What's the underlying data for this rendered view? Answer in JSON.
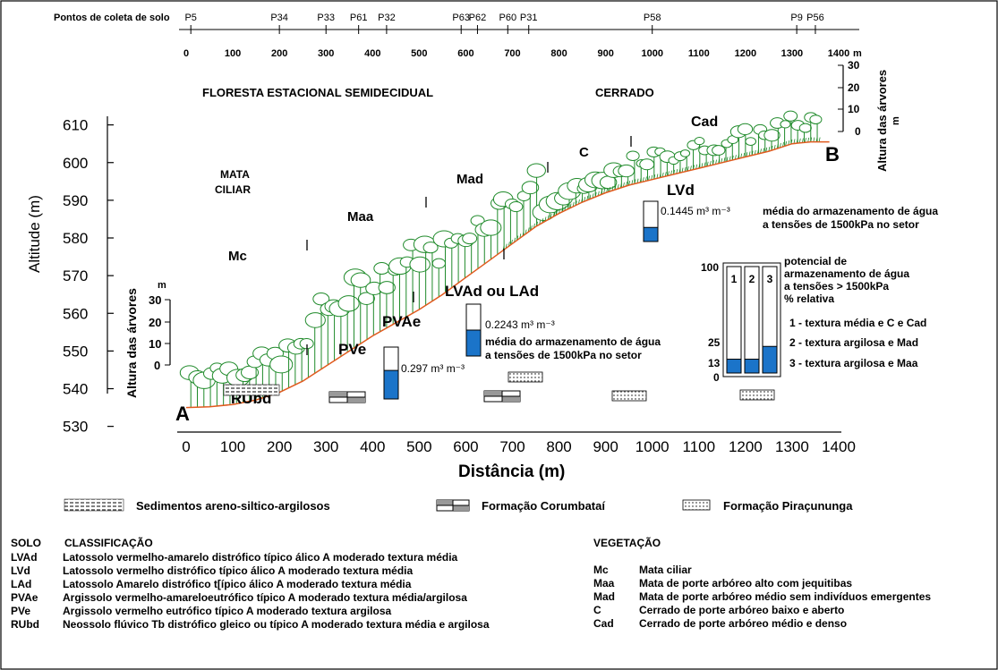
{
  "colors": {
    "axis_title": "#2b2a8a",
    "vegetation": "#1f8a2a",
    "ground_line": "#e05a1e",
    "water_fill": "#1b74c9"
  },
  "top_axis": {
    "label": "Pontos de coleta de solo",
    "points": [
      "P5",
      "P34",
      "P33",
      "P61",
      "P32",
      "P63",
      "P62",
      "P60",
      "P31",
      "P58",
      "P9",
      "P56"
    ],
    "point_x": [
      10,
      200,
      300,
      370,
      430,
      590,
      625,
      690,
      735,
      1000,
      1310,
      1350
    ],
    "ticks": [
      "0",
      "100",
      "200",
      "300",
      "400",
      "500",
      "600",
      "700",
      "800",
      "900",
      "1000",
      "1100",
      "1200",
      "1300",
      "1400"
    ],
    "unit": "m"
  },
  "chart_data": {
    "type": "line",
    "xlabel": "Distância (m)",
    "ylabel": "Altitude (m)",
    "xlim": [
      0,
      1400
    ],
    "ylim": [
      525,
      612
    ],
    "x_ticks": [
      "0",
      "100",
      "200",
      "300",
      "400",
      "500",
      "600",
      "700",
      "800",
      "900",
      "1000",
      "1100",
      "1200",
      "1300",
      "1400"
    ],
    "y_ticks": [
      "530",
      "540",
      "550",
      "560",
      "570",
      "580",
      "590",
      "600",
      "610"
    ],
    "series": [
      {
        "x": [
          0,
          50,
          100,
          150,
          200,
          250,
          300,
          350,
          400,
          450,
          500,
          550,
          600,
          650,
          700,
          750,
          800,
          850,
          900,
          950,
          1000,
          1050,
          1100,
          1150,
          1200,
          1250,
          1300,
          1340,
          1380
        ],
        "y": [
          535,
          535.2,
          535.8,
          537,
          539,
          542,
          546,
          550,
          554,
          557.5,
          561,
          565,
          569.5,
          574,
          578.5,
          583,
          586.5,
          589.5,
          592,
          594,
          595.5,
          597,
          598.5,
          600,
          601.5,
          603,
          605,
          605.5,
          605.5
        ]
      }
    ],
    "annotations": [
      "A",
      "B"
    ]
  },
  "tree_height_left": {
    "title": "Altura das árvores",
    "unit": "m",
    "ticks": [
      "0",
      "10",
      "20",
      "30"
    ]
  },
  "tree_height_right": {
    "title": "Altura das árvores",
    "unit": "m",
    "ticks": [
      "0",
      "10",
      "20",
      "30"
    ]
  },
  "region_labels": {
    "floresta": "FLORESTA ESTACIONAL SEMIDECIDUAL",
    "cerrado": "CERRADO",
    "mata_ciliar_1": "MATA",
    "mata_ciliar_2": "CILIAR"
  },
  "veg_labels": [
    "Mc",
    "Maa",
    "Mad",
    "C",
    "Cad"
  ],
  "soil_labels": [
    "RUbd",
    "PVe",
    "PVAe",
    "LVAd ou LAd",
    "LVd"
  ],
  "water_bars": [
    {
      "value_text": "0.297 m³ m⁻³",
      "fill_fraction": 0.55
    },
    {
      "value_text": "0.2243 m³ m⁻³",
      "fill_fraction": 0.5,
      "caption_1": "média do armazenamento de água",
      "caption_2": "a tensões de 1500kPa no setor"
    },
    {
      "value_text": "0.1445 m³ m⁻³",
      "fill_fraction": 0.35,
      "caption_1": "média do armazenamento de água",
      "caption_2": "a tensões de 1500kPa no setor"
    }
  ],
  "potential_panel": {
    "scale": [
      "100",
      "25",
      "13",
      "0"
    ],
    "bars": [
      {
        "label": "1",
        "fill_fraction": 0.13
      },
      {
        "label": "2",
        "fill_fraction": 0.13
      },
      {
        "label": "3",
        "fill_fraction": 0.25
      }
    ],
    "title_lines": [
      "potencial de",
      "armazenamento de água",
      "a tensões > 1500kPa",
      "% relativa"
    ],
    "items": [
      "1 - textura média e C e Cad",
      "2 - textura argilosa e Mad",
      "3 - textura argilosa e Maa"
    ]
  },
  "legend": {
    "sedimentos": "Sedimentos areno-siltico-argilosos",
    "corumbatai": "Formação Corumbataí",
    "piracununga": "Formação Piraçununga"
  },
  "solo": {
    "header_1": "SOLO",
    "header_2": "CLASSIFICAÇÃO",
    "items": [
      {
        "code": "LVAd",
        "desc": "Latossolo vermelho-amarelo distrófico típico álico A moderado textura média"
      },
      {
        "code": "LVd",
        "desc": "Latossolo vermelho distrófico típico álico A moderado textura média"
      },
      {
        "code": "LAd",
        "desc": "Latossolo Amarelo distrófico  t[ípico álico A  moderado textura média"
      },
      {
        "code": "PVAe",
        "desc": "Argissolo vermelho-amareloeutrófico típico A  moderado textura média/argilosa"
      },
      {
        "code": "PVe",
        "desc": "Argissolo vermelho eutrófico típico A  moderado textura argilosa"
      },
      {
        "code": "RUbd",
        "desc": "Neossolo flúvico Tb distrófico gleico ou típico A moderado textura média e argilosa"
      }
    ]
  },
  "vegetacao": {
    "header": "VEGETAÇÃO",
    "items": [
      {
        "code": "Mc",
        "desc": "Mata ciliar"
      },
      {
        "code": "Maa",
        "desc": "Mata de porte arbóreo alto com jequitibas"
      },
      {
        "code": "Mad",
        "desc": "Mata de porte arbóreo médio sem indivíduos emergentes"
      },
      {
        "code": "C",
        "desc": "Cerrado de porte arbóreo baixo e aberto"
      },
      {
        "code": "Cad",
        "desc": "Cerrado de porte arbóreo médio e denso"
      }
    ]
  }
}
